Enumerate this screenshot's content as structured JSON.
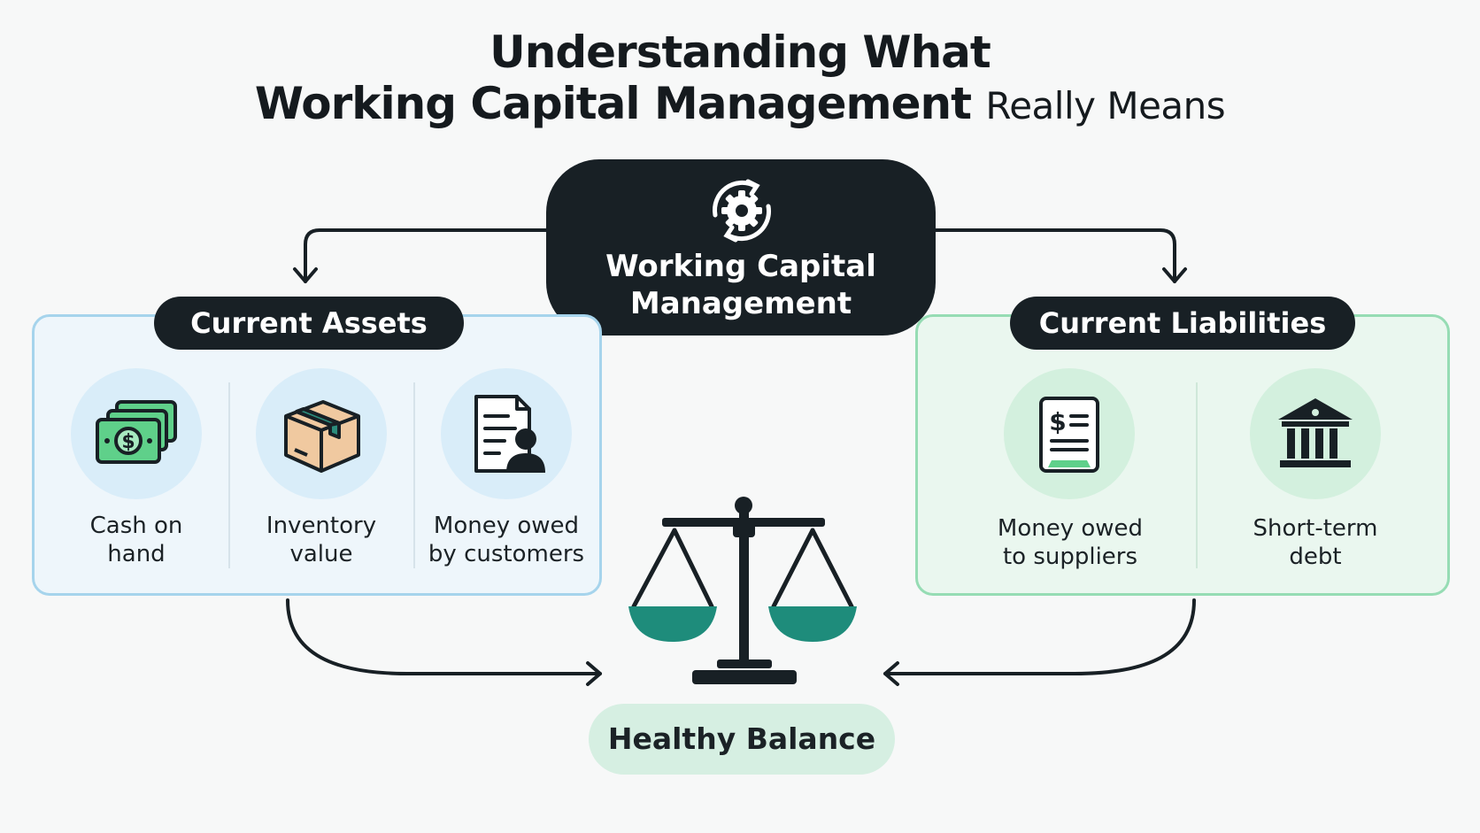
{
  "title": {
    "line1": "Understanding What",
    "line2_bold": "Working Capital Management",
    "line2_light": "Really Means"
  },
  "center_node": {
    "label_line1": "Working Capital",
    "label_line2": "Management",
    "icon": "gear-cycle-icon"
  },
  "current_assets": {
    "label": "Current Assets",
    "items": [
      {
        "line1": "Cash on",
        "line2": "hand",
        "icon": "cash-icon"
      },
      {
        "line1": "Inventory",
        "line2": "value",
        "icon": "box-icon"
      },
      {
        "line1": "Money owed",
        "line2": "by customers",
        "icon": "invoice-customer-icon"
      }
    ]
  },
  "current_liabilities": {
    "label": "Current Liabilities",
    "items": [
      {
        "line1": "Money owed",
        "line2": "to suppliers",
        "icon": "bill-icon"
      },
      {
        "line1": "Short-term",
        "line2": "debt",
        "icon": "bank-icon"
      }
    ]
  },
  "balance": {
    "label": "Healthy Balance",
    "icon": "scale-icon"
  },
  "colors": {
    "dark": "#182025",
    "teal": "#1e8c7b",
    "assets_border": "#a6d4ec",
    "liabilities_border": "#96dcb4",
    "money_green": "#5fd08a"
  }
}
